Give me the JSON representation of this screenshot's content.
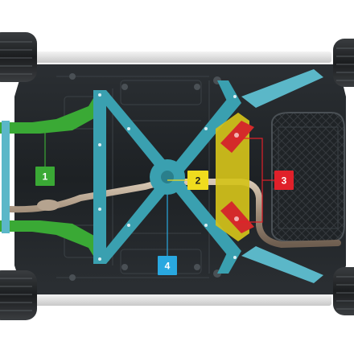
{
  "callouts": [
    {
      "id": "1",
      "text": "1",
      "color": "#3aa935",
      "text_color": "#ffffff"
    },
    {
      "id": "2",
      "text": "2",
      "color": "#f0dc1e",
      "text_color": "#1a1a1a"
    },
    {
      "id": "3",
      "text": "3",
      "color": "#e0202a",
      "text_color": "#ffffff"
    },
    {
      "id": "4",
      "text": "4",
      "color": "#29a8e0",
      "text_color": "#ffffff"
    }
  ],
  "parts": {
    "front_subframe_color": "#3aa935",
    "center_x_brace_color": "#3aa0b0",
    "mid_bar_color": "#d4c21a",
    "rear_reinforcement_color": "#d42a2a"
  }
}
